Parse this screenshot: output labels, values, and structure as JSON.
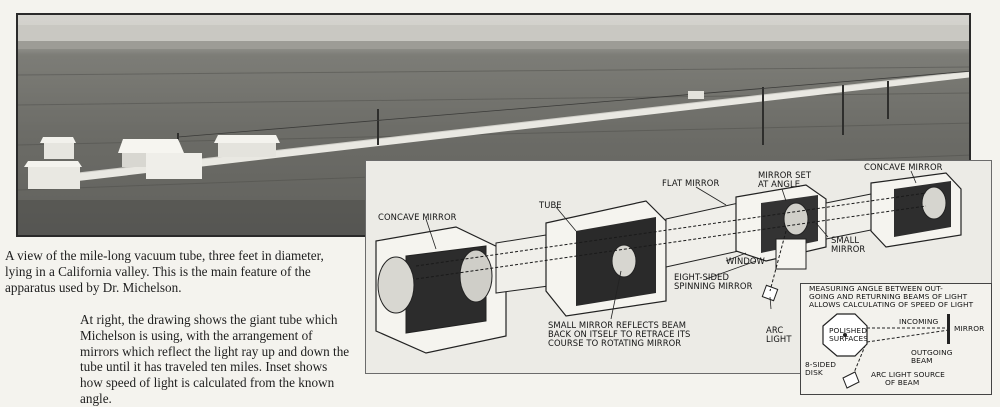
{
  "photo": {
    "description": ""
  },
  "captions": {
    "left": "A view of the mile-long vacuum tube, three feet in diameter, lying in a California valley. This is the main feature of the apparatus used by Dr. Michelson.",
    "right": "At right, the drawing shows the giant tube which Michelson is using, with the arrangement of mirrors which reflect the light ray up and down the tube until it has traveled ten miles. Inset shows how speed of light is calculated from the known angle."
  },
  "drawing": {
    "labels": {
      "concave_mirror_left": "CONCAVE MIRROR",
      "tube": "TUBE",
      "flat_mirror": "FLAT MIRROR",
      "mirror_set_line1": "MIRROR SET",
      "mirror_set_line2": "AT ANGLE",
      "concave_mirror_right": "CONCAVE MIRROR",
      "small_mirror_line1": "SMALL",
      "small_mirror_line2": "MIRROR",
      "window": "WINDOW",
      "eight_sided_line1": "EIGHT-SIDED",
      "eight_sided_line2": "SPINNING MIRROR",
      "small_reflects_line1": "SMALL MIRROR REFLECTS BEAM",
      "small_reflects_line2": "BACK ON ITSELF TO RETRACE ITS",
      "small_reflects_line3": "COURSE TO ROTATING MIRROR",
      "arc_light_line1": "ARC",
      "arc_light_line2": "LIGHT"
    }
  },
  "inset": {
    "labels": {
      "measuring_line1": "MEASURING ANGLE BETWEEN OUT-",
      "measuring_line2": "GOING AND RETURNING BEAMS OF LIGHT",
      "measuring_line3": "ALLOWS CALCULATING OF SPEED OF LIGHT",
      "incoming": "INCOMING",
      "polished_line1": "POLISHED",
      "polished_line2": "SURFACES",
      "mirror": "MIRROR",
      "outgoing_line1": "OUTGOING",
      "outgoing_line2": "BEAM",
      "disk_line1": "8-SIDED",
      "disk_line2": "DISK",
      "arc_source_line1": "ARC LIGHT SOURCE",
      "arc_source_line2": "OF BEAM"
    }
  }
}
